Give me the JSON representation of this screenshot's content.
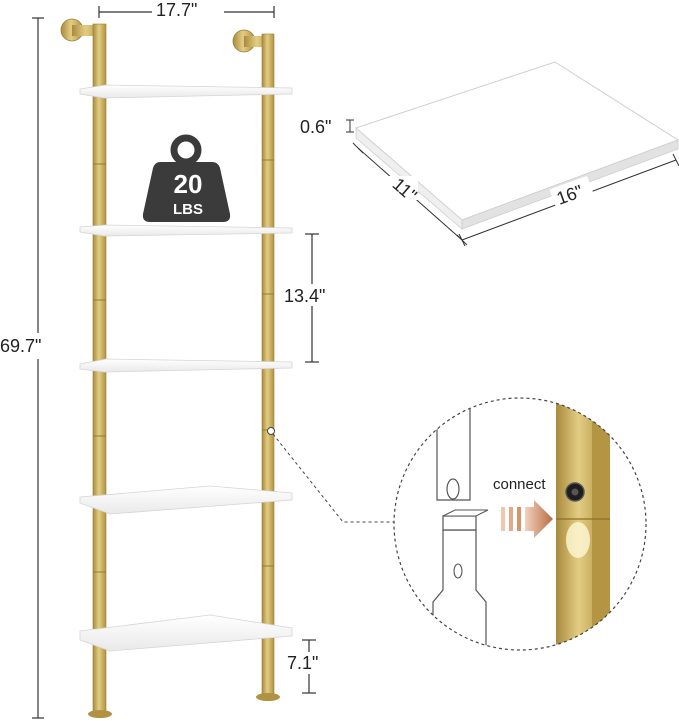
{
  "dimensions": {
    "width": "17.7\"",
    "height": "69.7\"",
    "spacing": "13.4\"",
    "bottom_gap": "7.1\"",
    "shelf_thickness": "0.6\"",
    "shelf_depth": "11\"",
    "shelf_width": "16\""
  },
  "weight_badge": {
    "value": "20",
    "unit": "LBS"
  },
  "detail": {
    "connect_label": "connect"
  },
  "colors": {
    "gold": "#c9a74e",
    "gold_light": "#e5cf86",
    "gold_dark": "#9d7f34",
    "shelf": "#ffffff",
    "badge": "#3b3b3b",
    "arrow": "#c8815a"
  }
}
